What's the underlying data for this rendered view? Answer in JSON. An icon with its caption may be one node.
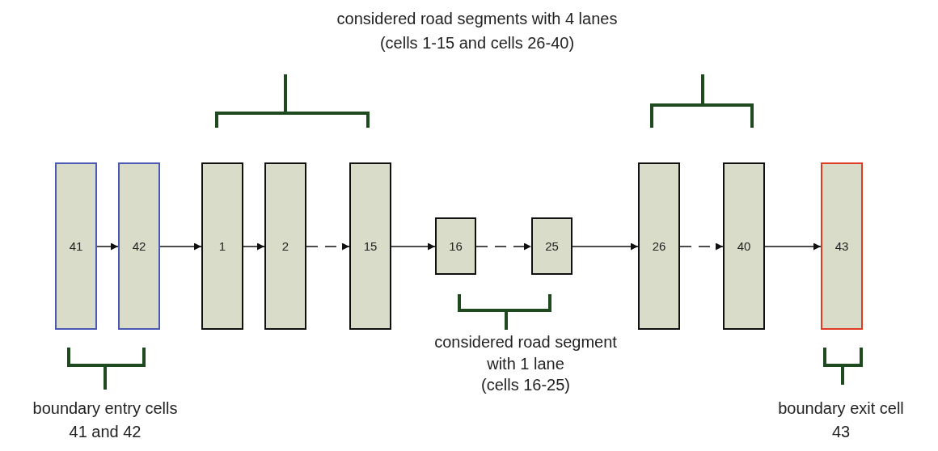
{
  "diagram": {
    "nodes": [
      {
        "text": [
          "41"
        ]
      },
      {
        "text": [
          "42"
        ]
      },
      {
        "text": [
          "1"
        ]
      },
      {
        "text": [
          "2"
        ]
      },
      {
        "text": [
          "15"
        ]
      },
      {
        "text": [
          "16"
        ]
      },
      {
        "text": [
          "25"
        ]
      },
      {
        "text": [
          "26"
        ]
      },
      {
        "text": [
          "40"
        ]
      },
      {
        "text": [
          "43"
        ]
      }
    ],
    "edges": [
      {
        "from": 0,
        "to": 1,
        "arrow": "to"
      },
      {
        "from": 1,
        "to": 2,
        "arrow": "to"
      },
      {
        "from": 2,
        "to": 3,
        "arrow": "to"
      },
      {
        "from": 3,
        "to": 4,
        "arrow": "to",
        "style": "dashed"
      },
      {
        "from": 4,
        "to": 5,
        "arrow": "to"
      },
      {
        "from": 5,
        "to": 6,
        "arrow": "to",
        "style": "dashed"
      },
      {
        "from": 6,
        "to": 7,
        "arrow": "to"
      },
      {
        "from": 7,
        "to": 8,
        "arrow": "to",
        "style": "dashed"
      },
      {
        "from": 8,
        "to": 9,
        "arrow": "to"
      }
    ],
    "labels": [
      "considered road segments with 4 lanes",
      "(cells 1-15 and cells 26-40)",
      "considered road segment",
      "with 1 lane",
      "(cells 16-25)",
      "boundary entry cells",
      "41 and 42",
      "boundary exit cell",
      "43"
    ]
  }
}
